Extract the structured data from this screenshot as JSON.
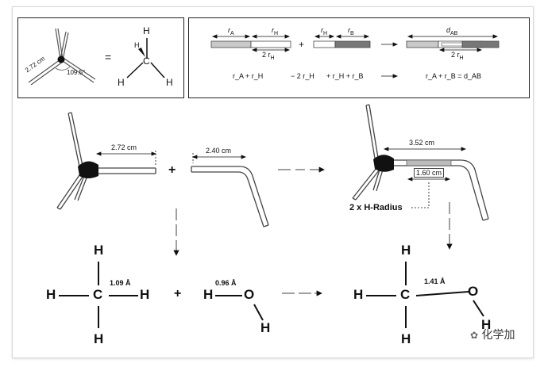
{
  "top_left": {
    "model_length": "2.72 cm",
    "model_angle": "109.5°",
    "equals": "=",
    "atoms": {
      "h_top": "H",
      "h_back": "H",
      "c": "C",
      "h_left": "H",
      "h_right": "H"
    }
  },
  "top_right": {
    "bar1_rA": "r",
    "bar1_rA_sub": "A",
    "bar1_rH": "r",
    "bar1_rH_sub": "H",
    "bar1_2rH": "2 r",
    "bar1_2rH_sub": "H",
    "plus": "+",
    "bar2_rH": "r",
    "bar2_rH_sub": "H",
    "bar2_rB": "r",
    "bar2_rB_sub": "B",
    "bar3_dAB": "d",
    "bar3_dAB_sub": "AB",
    "bar3_2rH": "2 r",
    "bar3_2rH_sub": "H",
    "eq1": "r_A + r_H",
    "eq2": "− 2 r_H",
    "eq3": "+ r_H + r_B",
    "eq4": "r_A + r_B = d_AB"
  },
  "middle": {
    "methane_length": "2.72 cm",
    "plus": "+",
    "bent_length": "2.40 cm",
    "product_total": "3.52 cm",
    "product_overlap": "1.60 cm",
    "overlap_note": "2 x H-Radius"
  },
  "bottom": {
    "ch_bond": "1.09 Å",
    "oh_bond": "0.96 Å",
    "co_bond": "1.41 Å",
    "plus": "+",
    "methane": {
      "h_top": "H",
      "h_left": "H",
      "c": "C",
      "h_right": "H",
      "h_bottom": "H"
    },
    "water": {
      "h": "H",
      "o": "O",
      "h2": "H"
    },
    "methanol": {
      "h_top": "H",
      "h_left": "H",
      "c": "C",
      "o": "O",
      "h_bottom": "H",
      "h_oh": "H"
    }
  },
  "watermark": "化学加"
}
